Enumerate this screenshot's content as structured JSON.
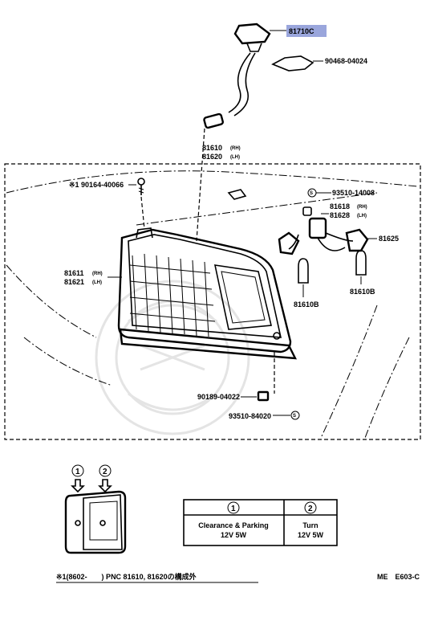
{
  "callouts": {
    "c81710c": "81710C",
    "c90468": "90468-04024",
    "c81610_rh": "81610",
    "c81620_lh": "81620",
    "rh": "(RH)",
    "lh": "(LH)",
    "c90164": "※1 90164-40066",
    "c93510_14008": "93510-14008",
    "c81618": "81618",
    "c81628": "81628",
    "c81625": "81625",
    "c81611": "81611",
    "c81621": "81621",
    "c81610b_left": "81610B",
    "c81610b_right": "81610B",
    "c90189": "90189-04022",
    "c93510_84020": "93510-84020",
    "s_mark": "S"
  },
  "inset": {
    "num1": "1",
    "num2": "2"
  },
  "table": {
    "col1_head": "1",
    "col2_head": "2",
    "col1_line1": "Clearance & Parking",
    "col1_line2": "12V 5W",
    "col2_line1": "Turn",
    "col2_line2": "12V 5W"
  },
  "footnote": "※1(8602-　　) PNC 81610, 81620の構成外",
  "ref_code": "ME　E603-C",
  "colors": {
    "highlight": "#9aa6dc",
    "watermark": "#e4e4e4"
  }
}
